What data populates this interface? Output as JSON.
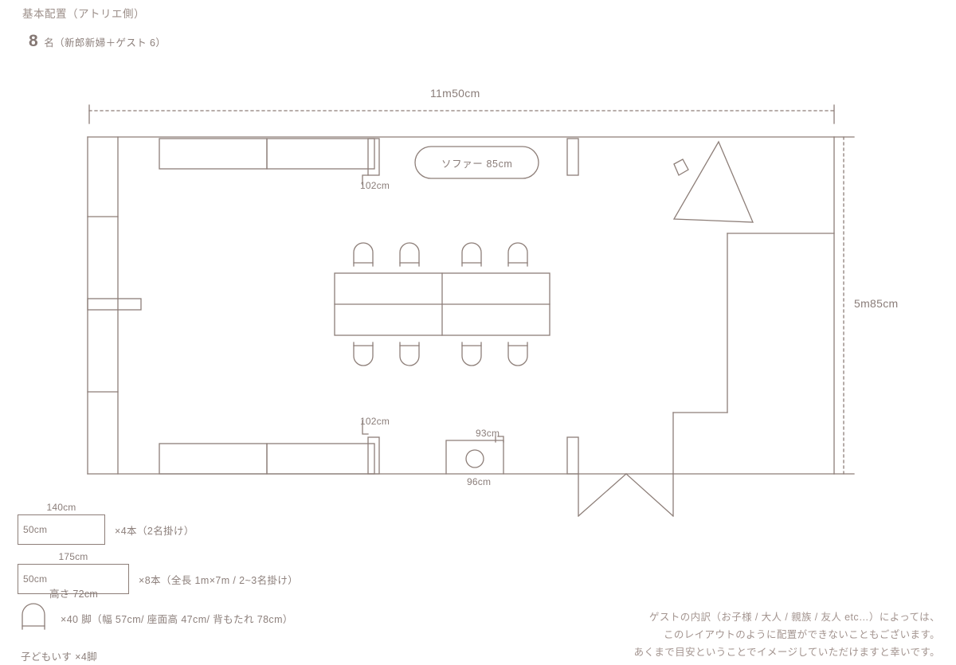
{
  "header": {
    "title": "基本配置（アトリエ側）",
    "capacity_number": "8",
    "capacity_text": "名（新郎新婦＋ゲスト 6）"
  },
  "floorplan": {
    "width_label": "11m50cm",
    "height_label": "5m85cm",
    "sofa_label": "ソファー 85cm",
    "dim_top_gap": "102cm",
    "dim_bottom_gap": "102cm",
    "dim_pillar_depth": "93cm",
    "dim_pillar_width": "96cm",
    "line_color": "#8d7e78",
    "dash_color": "#8d7e78"
  },
  "legend": {
    "bench_a": {
      "top_dim": "140cm",
      "side_dim": "50cm",
      "count": "×4本（2名掛け）"
    },
    "bench_b": {
      "top_dim": "175cm",
      "side_dim": "50cm",
      "count": "×8本（全長 1m×7m / 2~3名掛け）",
      "height_note": "高さ 72cm"
    },
    "chair": {
      "count": "×40 脚（幅 57cm/ 座面高 47cm/ 背もたれ 78cm）"
    },
    "kid_chair": "子どもいす ×4脚"
  },
  "disclaimer": {
    "line1": "ゲストの内訳（お子様 / 大人 / 親族 / 友人 etc…）によっては、",
    "line2": "このレイアウトのように配置ができないこともございます。",
    "line3": "あくまで目安ということでイメージしていただけますと幸いです。"
  }
}
